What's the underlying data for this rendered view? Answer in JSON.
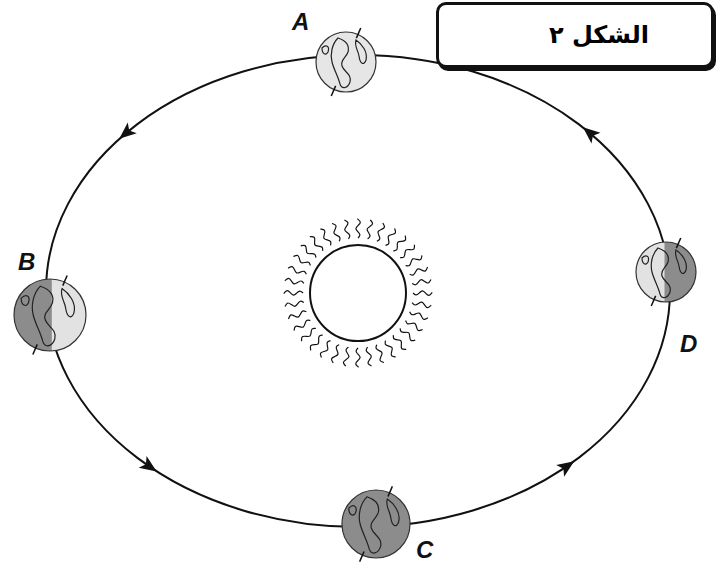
{
  "diagram": {
    "nodes": [
      {
        "text": [
          "الشكل ٢"
        ]
      }
    ],
    "labels": [
      "A",
      "B",
      "C",
      "D"
    ]
  }
}
